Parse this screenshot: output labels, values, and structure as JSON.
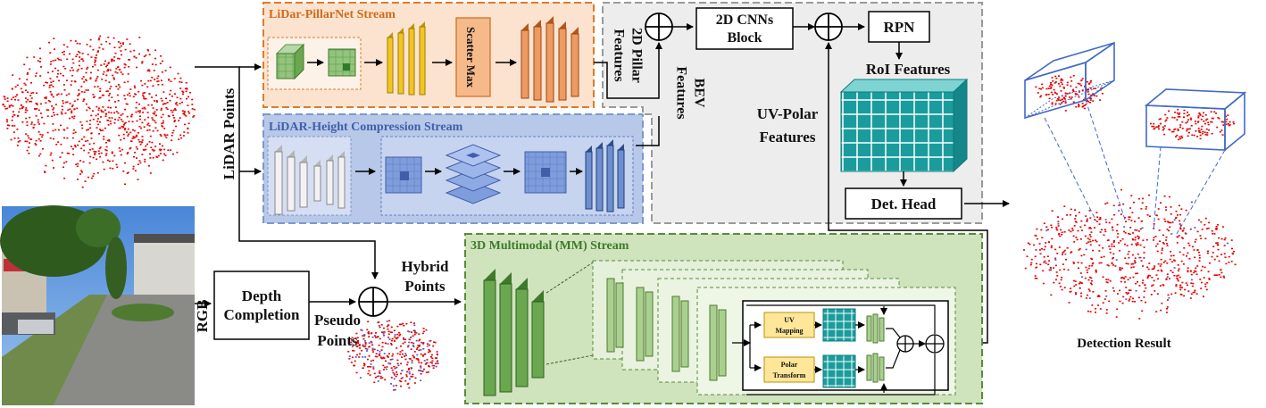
{
  "streams": {
    "pillar": "LiDar-PillarNet Stream",
    "height": "LiDAR-Height Compression Stream",
    "mm": "3D Multimodal (MM) Stream"
  },
  "blocks": {
    "scatter_max": "Scatter Max",
    "cnn_line1": "2D CNNs",
    "cnn_line2": "Block",
    "rpn": "RPN",
    "det_head": "Det. Head",
    "depth_line1": "Depth",
    "depth_line2": "Completion",
    "uv_line1": "UV",
    "uv_line2": "Mapping",
    "polar_line1": "Polar",
    "polar_line2": "Transform"
  },
  "labels": {
    "lidar_points": "LiDAR Points",
    "pillar_feat_line1": "2D Pillar",
    "pillar_feat_line2": "Features",
    "bev_line1": "BEV",
    "bev_line2": "Features",
    "roi": "RoI Features",
    "uvpolar_line1": "UV-Polar",
    "uvpolar_line2": "Features",
    "rgb": "RGB",
    "hybrid_line1": "Hybrid",
    "hybrid_line2": "Points",
    "pseudo_line1": "Pseudo",
    "pseudo_line2": "Points",
    "detection_result": "Detection Result"
  },
  "colors": {
    "pillar_border": "#e07b2a",
    "pillar_bg": "#fbe3cf",
    "height_border": "#7f97cf",
    "height_bg": "#b7c8e9",
    "mm_border": "#5a8b3a",
    "mm_bg": "#cfe3bd",
    "point_red": "#e60000"
  }
}
